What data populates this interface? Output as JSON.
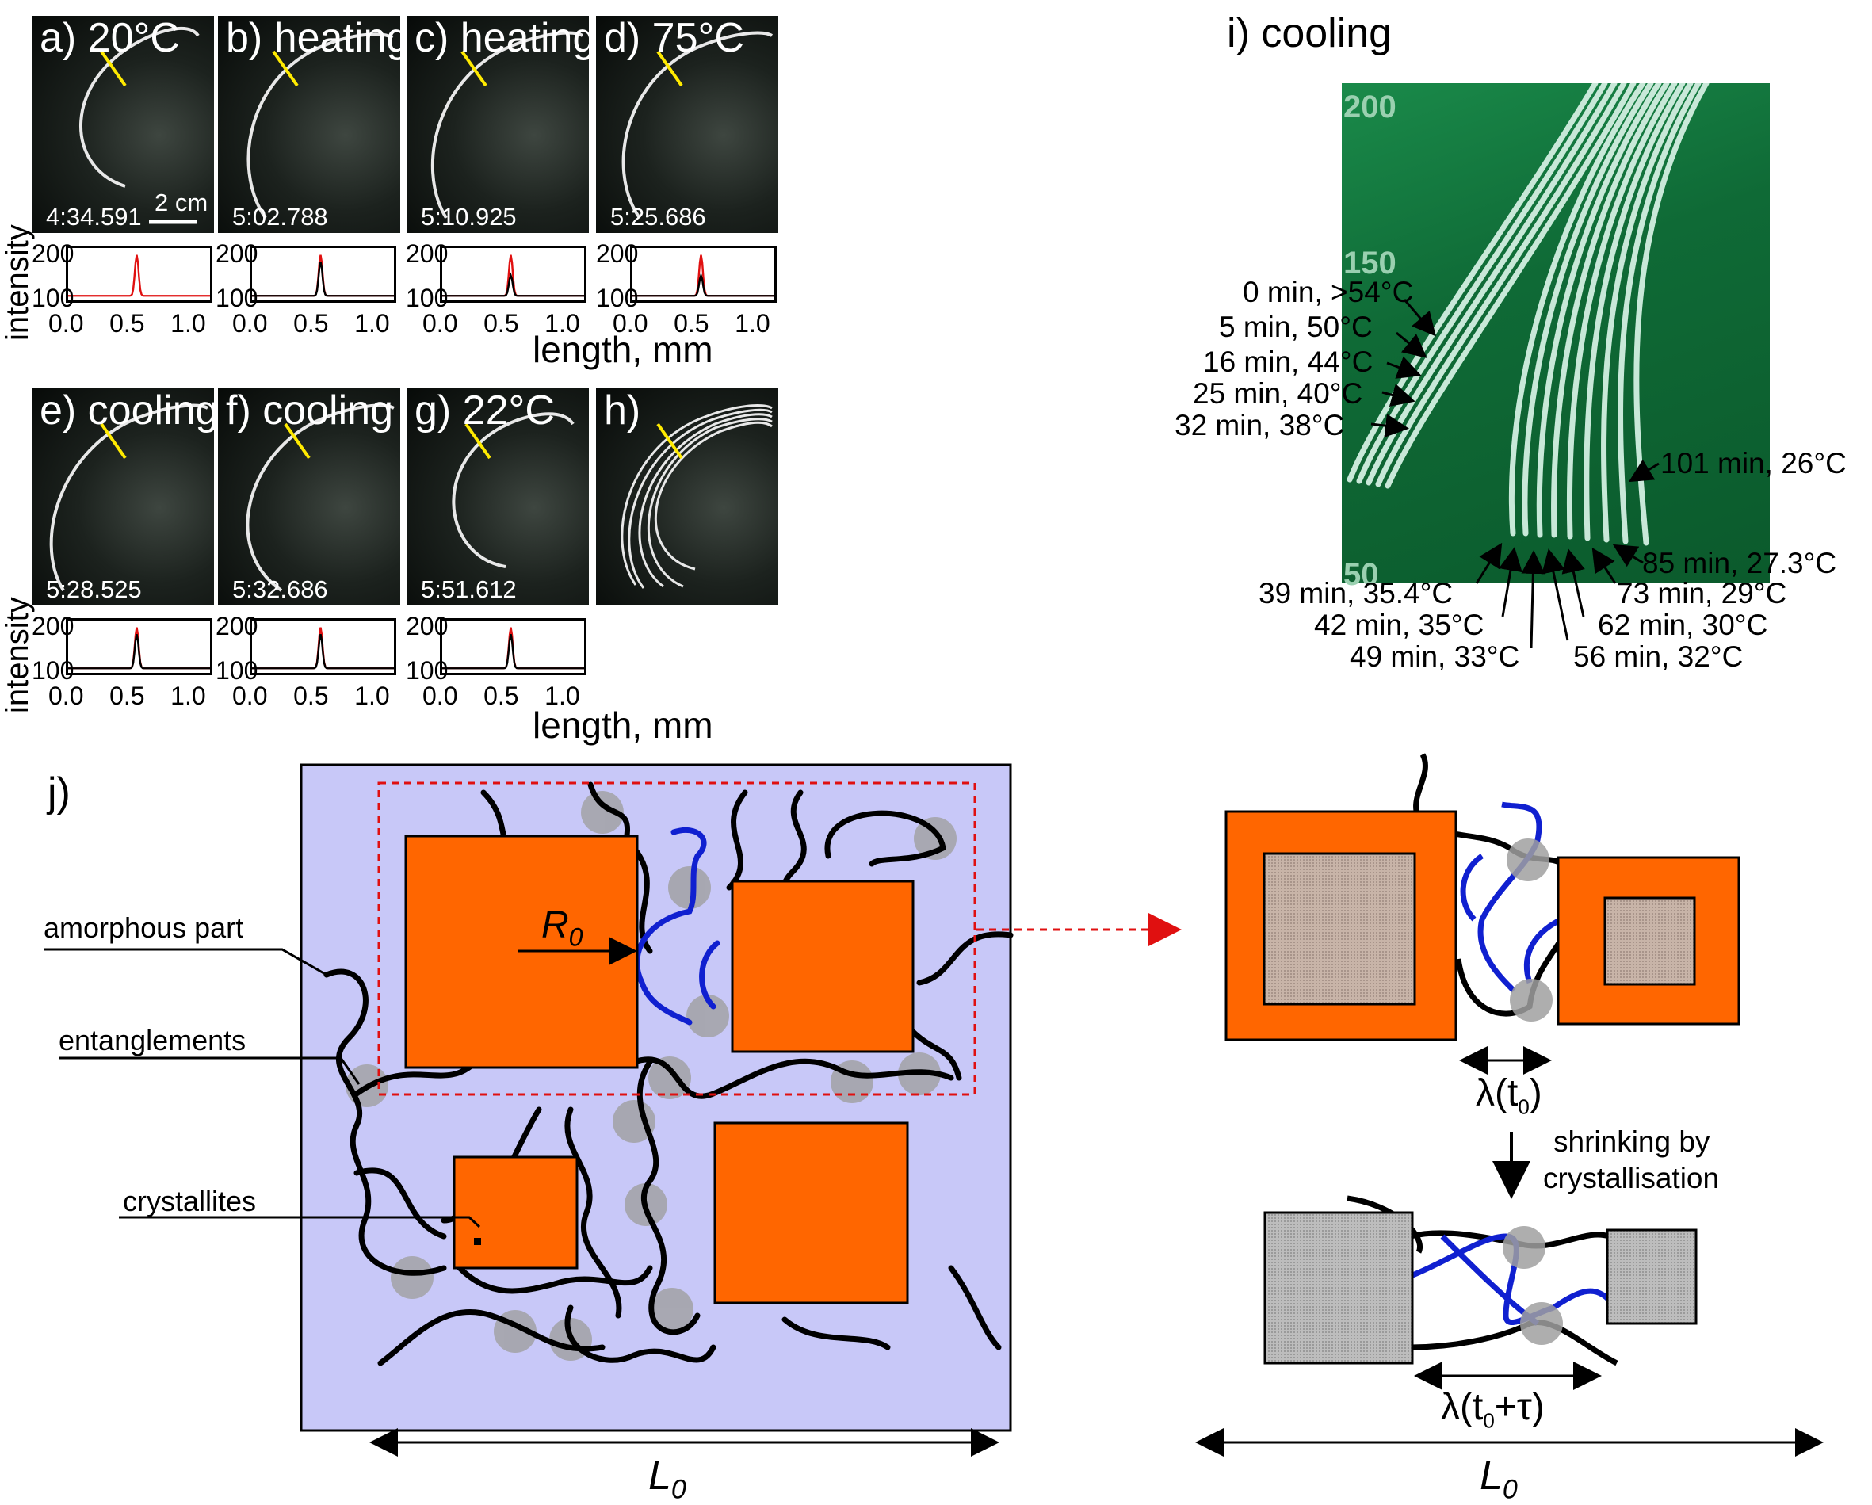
{
  "panels": {
    "a": {
      "label": "a) 20°C",
      "time": "4:34.591",
      "scalebar": "2 cm"
    },
    "b": {
      "label": "b) heating",
      "time": "5:02.788"
    },
    "c": {
      "label": "c) heating",
      "time": "5:10.925"
    },
    "d": {
      "label": "d) 75°C",
      "time": "5:25.686"
    },
    "e": {
      "label": "e) cooling",
      "time": "5:28.525"
    },
    "f": {
      "label": "f) cooling",
      "time": "5:32.686"
    },
    "g": {
      "label": "g) 22°C",
      "time": "5:51.612"
    },
    "h": {
      "label": "h)"
    },
    "i": {
      "label": "i) cooling"
    },
    "j": {
      "label": "j)"
    }
  },
  "plots": {
    "ylabel": "intensity",
    "xlabel": "length, mm",
    "yticks": [
      "200",
      "100"
    ],
    "xticks": [
      "0.0",
      "0.5",
      "1.0"
    ],
    "colors": {
      "reference": "#e01010",
      "current": "#000000"
    }
  },
  "chart_data": {
    "type": "line",
    "x_range": [
      0.0,
      1.2
    ],
    "y_range": [
      95,
      210
    ],
    "peak_x": 0.58,
    "baseline": 105,
    "peak_heights": {
      "a": 200,
      "b": 180,
      "c": 150,
      "d": 150,
      "e": 180,
      "f": 180,
      "g": 180
    },
    "reference_peak": 195
  },
  "cooling_photo": {
    "ruler": [
      "200",
      "150",
      "50"
    ],
    "annotations": [
      "0 min, >54°C",
      "5 min, 50°C",
      "16 min, 44°C",
      "25 min, 40°C",
      "32 min, 38°C",
      "101 min, 26°C",
      "85 min, 27.3°C",
      "73 min, 29°C",
      "62 min, 30°C",
      "56 min, 32°C",
      "39 min, 35.4°C",
      "42 min, 35°C",
      "49 min, 33°C"
    ]
  },
  "schematic": {
    "amorphous": "amorphous part",
    "entanglements": "entanglements",
    "crystallites": "crystallites",
    "r0": "R",
    "r0_sub": "0",
    "l0": "L",
    "l0_sub": "0",
    "lambda1": "λ(t",
    "lambda1_sub": "0",
    "lambda1_end": ")",
    "lambda2": "λ(t",
    "lambda2_sub": "0",
    "lambda2_end": "+τ)",
    "shrink": [
      "shrinking by",
      "crystallisation"
    ],
    "colors": {
      "background": "#c8c8f8",
      "crystal": "#ff6600",
      "chain": "#000000",
      "blue_chain": "#1020d0",
      "entangle": "#a0a0a0",
      "dashed": "#e01010"
    }
  }
}
